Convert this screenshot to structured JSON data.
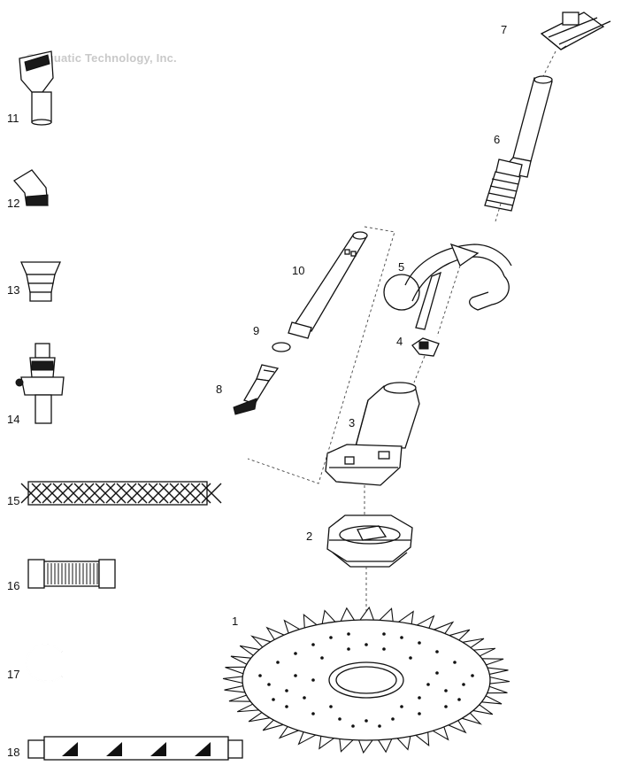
{
  "watermark": "© Aquatic Technology, Inc.",
  "parts": {
    "p1": "1",
    "p2": "2",
    "p3": "3",
    "p4": "4",
    "p5": "5",
    "p6": "6",
    "p7": "7",
    "p8": "8",
    "p9": "9",
    "p10": "10",
    "p11": "11",
    "p12": "12",
    "p13": "13",
    "p14": "14",
    "p15": "15",
    "p16": "16",
    "p17": "17",
    "p18": "18"
  }
}
